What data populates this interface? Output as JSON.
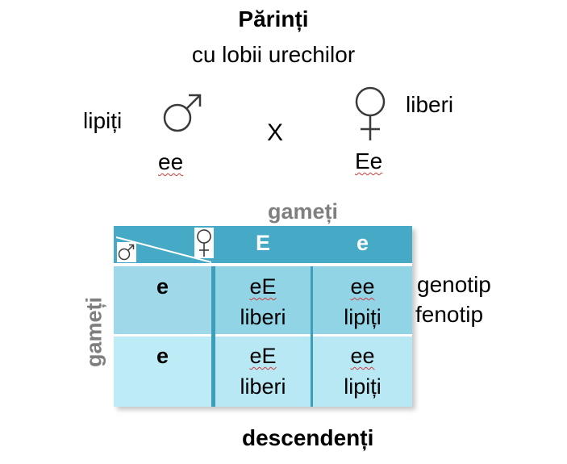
{
  "title": "Părinți",
  "subtitle": "cu lobii urechilor",
  "father": {
    "phenotype": "lipiți",
    "genotype": "ee",
    "symbol": "male-symbol-icon"
  },
  "cross_sign": "X",
  "mother": {
    "phenotype": "liberi",
    "genotype": "Ee",
    "symbol": "female-symbol-icon"
  },
  "gametes_top_label": "gameți",
  "gametes_side_label": "gameți",
  "table": {
    "columns": [
      "E",
      "e"
    ],
    "rows": [
      {
        "gamete": "e",
        "cells": [
          {
            "genotype": "eE",
            "phenotype": "liberi"
          },
          {
            "genotype": "ee",
            "phenotype": "lipiți"
          }
        ]
      },
      {
        "gamete": "e",
        "cells": [
          {
            "genotype": "eE",
            "phenotype": "liberi"
          },
          {
            "genotype": "ee",
            "phenotype": "lipiți"
          }
        ]
      }
    ]
  },
  "legend": {
    "genotype": "genotip",
    "phenotype": "fenotip"
  },
  "footer": "descendenți",
  "colors": {
    "header": "#46a9c6",
    "row1": "#91d4e6",
    "row2": "#b7e8f4",
    "grid": "#3b9fbb",
    "gray_label": "#7f7f7f"
  }
}
